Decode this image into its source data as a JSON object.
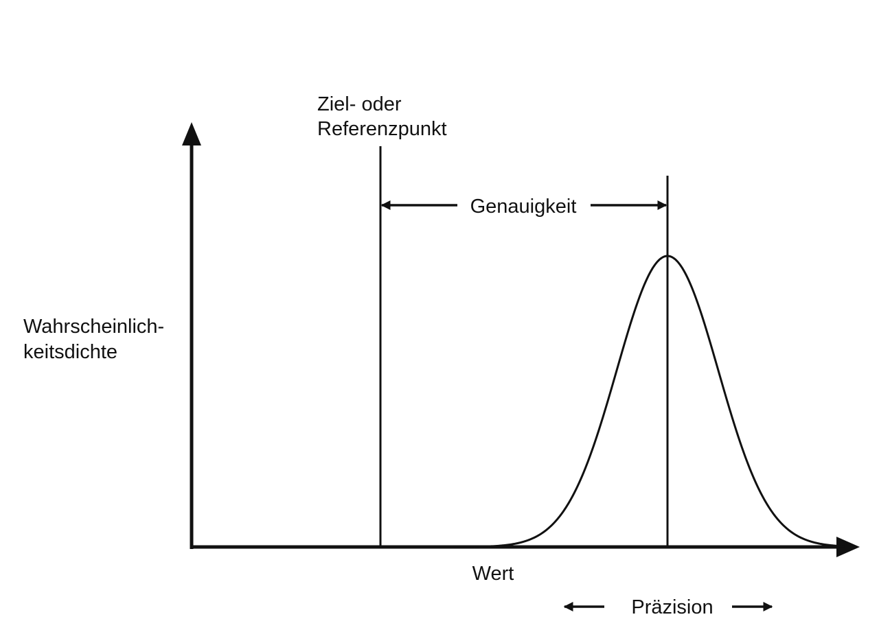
{
  "diagram": {
    "ylabel_line1": "Wahrscheinlich-",
    "ylabel_line2": "keitsdichte",
    "xlabel": "Wert",
    "reference_label_line1": "Ziel- oder",
    "reference_label_line2": "Referenzpunkt",
    "accuracy_label": "Genauigkeit",
    "precision_label": "Präzision"
  }
}
